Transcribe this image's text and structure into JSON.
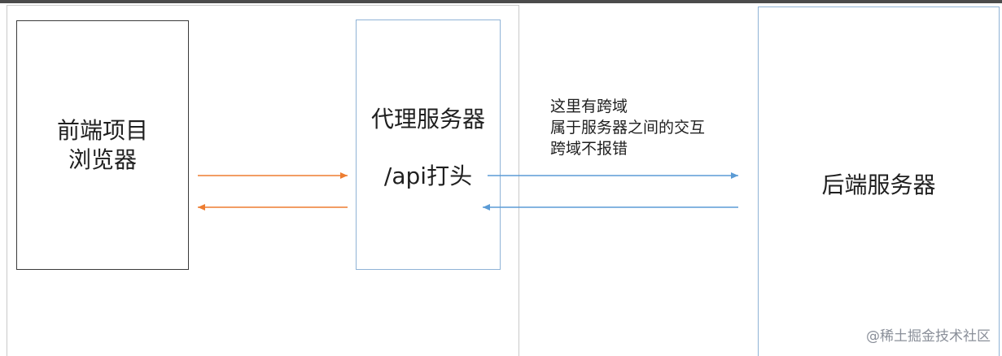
{
  "frontend": {
    "label": "前端项目\n浏览器"
  },
  "proxy": {
    "title": "代理服务器",
    "subtitle": "/api打头"
  },
  "backend": {
    "label": "后端服务器"
  },
  "note": {
    "lines": [
      "这里有跨域",
      "属于服务器之间的交互",
      "跨域不报错"
    ]
  },
  "watermark": "@稀土掘金技术社区",
  "colors": {
    "frontend_arrows": "#ed7d31",
    "backend_arrows": "#5b9bd5",
    "frontend_border": "#3a3a3a",
    "proxy_border": "#8fb3d6"
  }
}
